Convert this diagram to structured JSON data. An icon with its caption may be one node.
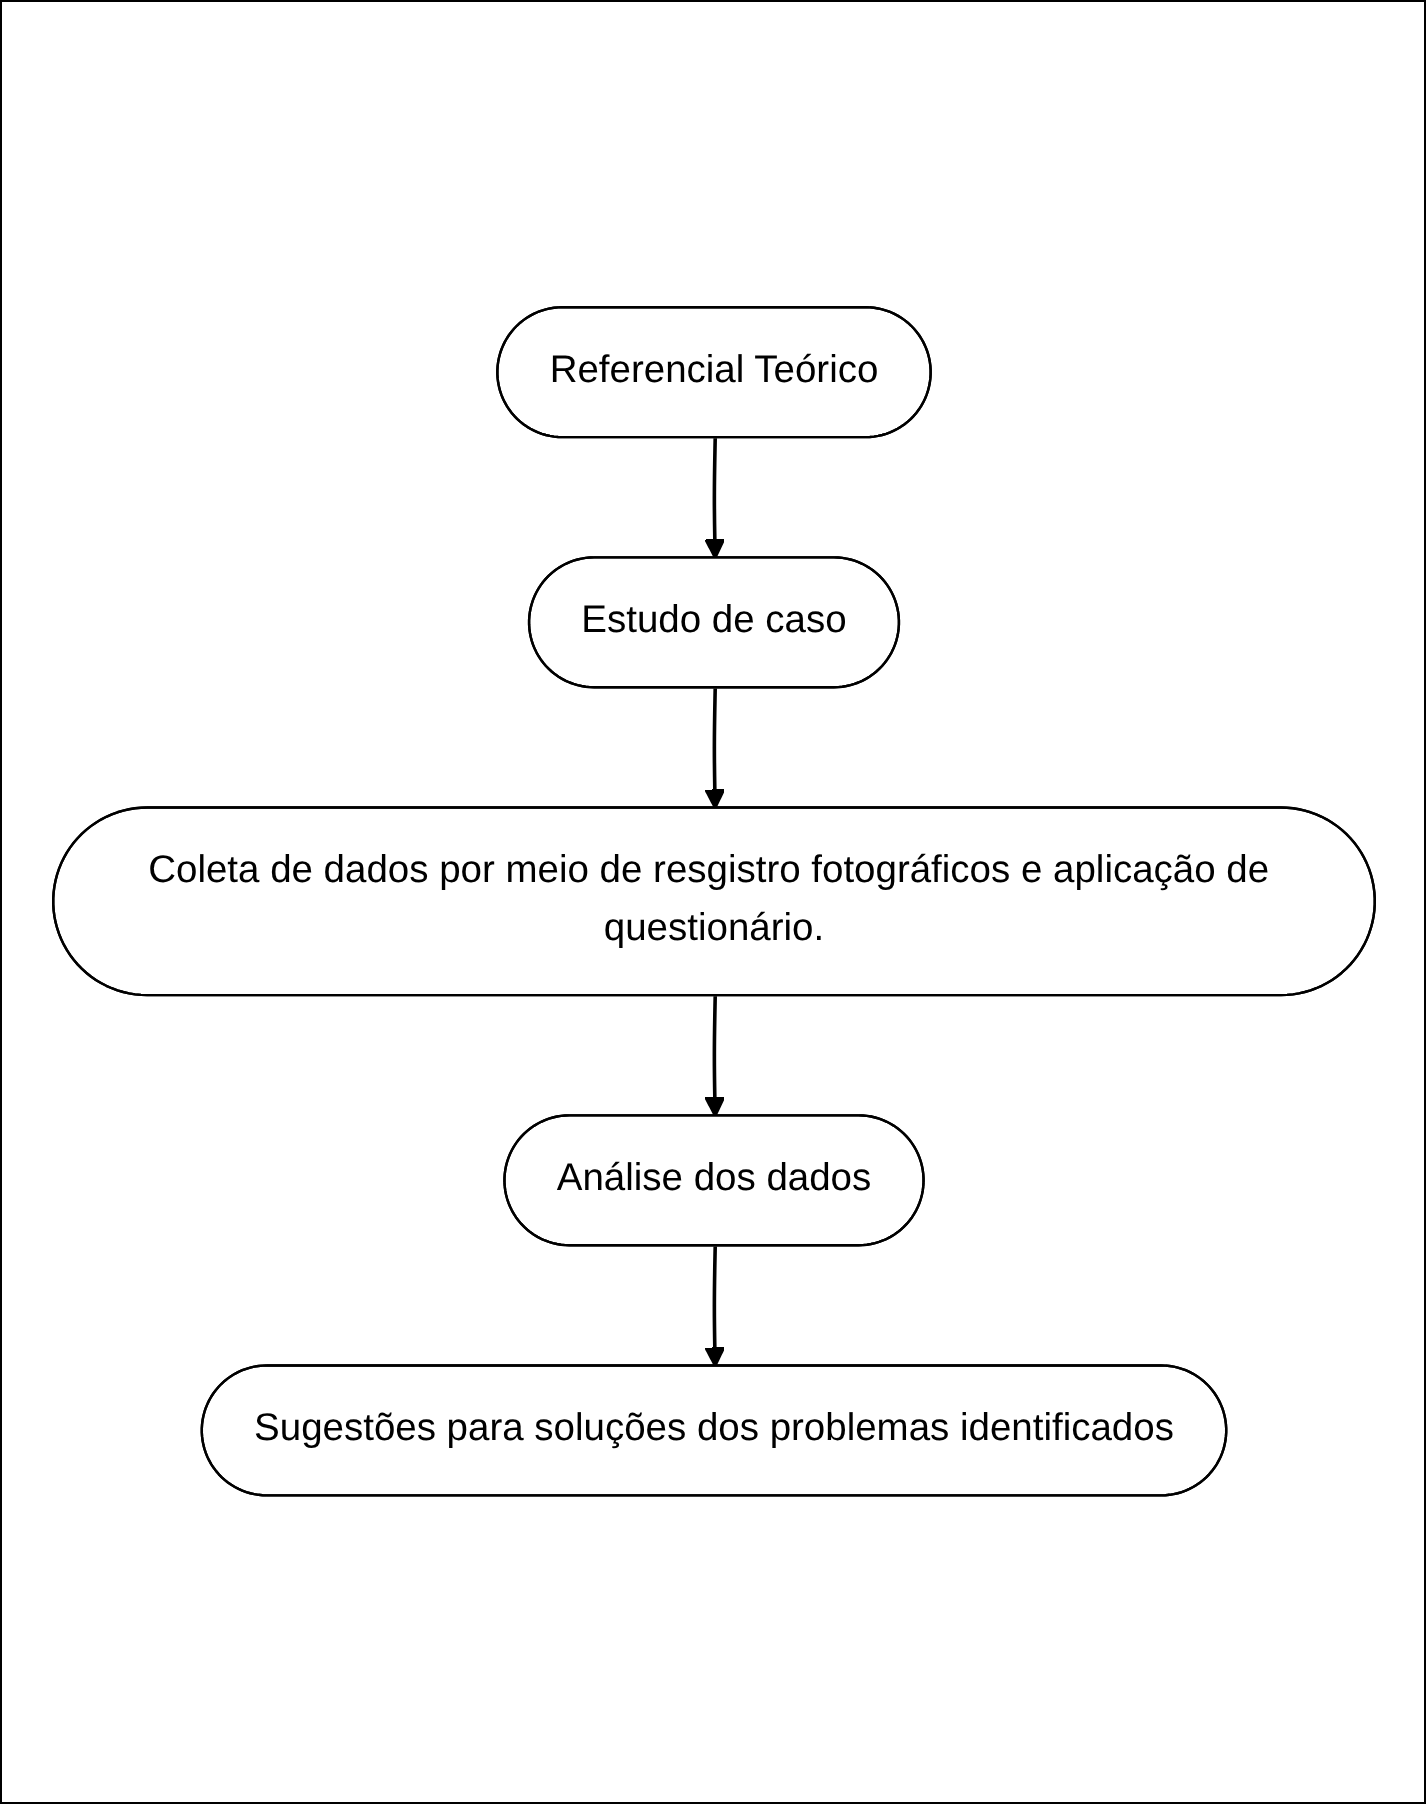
{
  "diagram": {
    "nodes": [
      {
        "text": [
          "Referencial Teórico"
        ]
      },
      {
        "text": [
          "Estudo de caso"
        ]
      },
      {
        "text": [
          "Coleta de dados por meio de resgistro fotográficos e aplicação de questionário."
        ]
      },
      {
        "text": [
          "Análise dos dados"
        ]
      },
      {
        "text": [
          "Sugestões para soluções dos problemas identificados"
        ]
      }
    ],
    "edges": [
      {
        "from": 0,
        "to": 1,
        "arrow": "to"
      },
      {
        "from": 1,
        "to": 2,
        "arrow": "to"
      },
      {
        "from": 2,
        "to": 3,
        "arrow": "to"
      },
      {
        "from": 3,
        "to": 4,
        "arrow": "to"
      }
    ]
  }
}
